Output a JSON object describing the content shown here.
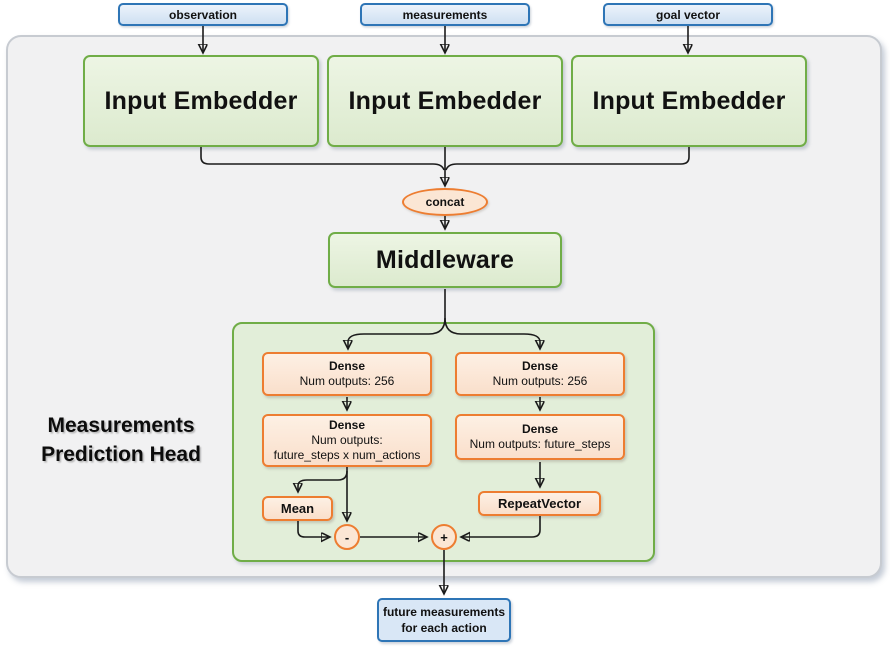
{
  "diagram": {
    "inputs": [
      {
        "label": "observation"
      },
      {
        "label": "measurements"
      },
      {
        "label": "goal vector"
      }
    ],
    "embedders": [
      {
        "label": "Input Embedder"
      },
      {
        "label": "Input Embedder"
      },
      {
        "label": "Input Embedder"
      }
    ],
    "concat_label": "concat",
    "middleware_label": "Middleware",
    "head": {
      "title_line1": "Measurements",
      "title_line2": "Prediction Head",
      "left_branch": {
        "dense1": {
          "title": "Dense",
          "detail": "Num outputs: 256"
        },
        "dense2": {
          "title": "Dense",
          "detail_line1": "Num outputs:",
          "detail_line2": "future_steps x num_actions"
        },
        "mean_label": "Mean",
        "minus_label": "-"
      },
      "right_branch": {
        "dense1": {
          "title": "Dense",
          "detail": "Num outputs: 256"
        },
        "dense2": {
          "title": "Dense",
          "detail": "Num outputs: future_steps"
        },
        "repeat_label": "RepeatVector",
        "plus_label": "+"
      }
    },
    "output": {
      "line1": "future measurements",
      "line2": "for each action"
    }
  },
  "colors": {
    "blue_border": "#2E75B6",
    "blue_fill": "#DCE9F7",
    "green_border": "#70AD47",
    "green_fill": "#E6F1DD",
    "group_fill": "#E2EED9",
    "orange_border": "#ED7D31",
    "orange_fill": "#FBE5D6",
    "panel_fill": "#F1F1F2",
    "line_color": "#1B1B1B"
  }
}
